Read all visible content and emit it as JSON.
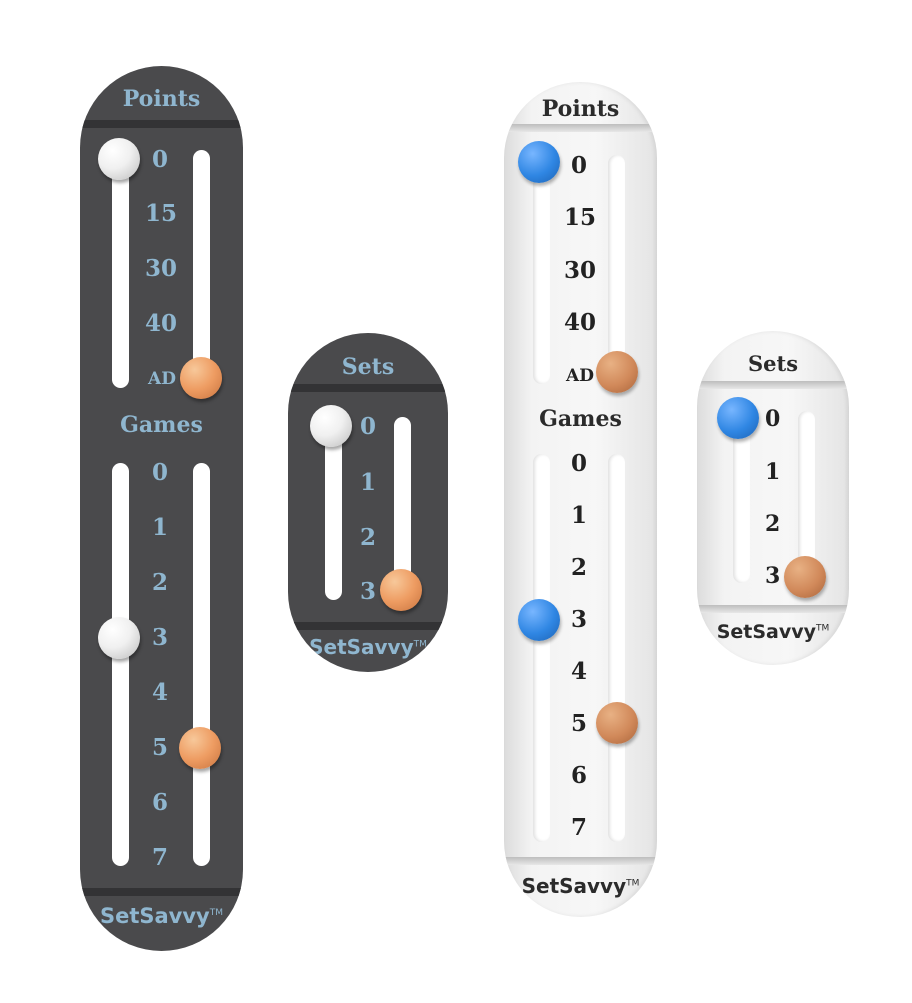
{
  "colors": {
    "dark_body": "#4a4a4c",
    "dark_text": "#8fb6cf",
    "light_body": "#f3f3f3",
    "light_text": "#2b2b2b",
    "peg_white": "#f0f0f0",
    "peg_orange": "#ee9c62",
    "peg_blue": "#2f86e3",
    "peg_brown": "#d1895a"
  },
  "dark_main": {
    "points_label": "Points",
    "points_values": [
      "0",
      "15",
      "30",
      "40",
      "AD"
    ],
    "games_label": "Games",
    "games_values": [
      "0",
      "1",
      "2",
      "3",
      "4",
      "5",
      "6",
      "7"
    ],
    "brand": "SetSavvy",
    "tm": "TM",
    "points_marker_left": "0",
    "points_marker_right": "AD",
    "games_marker_left": "3",
    "games_marker_right": "5"
  },
  "dark_sets": {
    "label": "Sets",
    "values": [
      "0",
      "1",
      "2",
      "3"
    ],
    "brand": "SetSavvy",
    "tm": "TM",
    "marker_left": "0",
    "marker_right": "3"
  },
  "light_main": {
    "points_label": "Points",
    "points_values": [
      "0",
      "15",
      "30",
      "40",
      "AD"
    ],
    "games_label": "Games",
    "games_values": [
      "0",
      "1",
      "2",
      "3",
      "4",
      "5",
      "6",
      "7"
    ],
    "brand": "SetSavvy",
    "tm": "TM",
    "points_marker_left": "0",
    "points_marker_right": "AD",
    "games_marker_left": "3",
    "games_marker_right": "5"
  },
  "light_sets": {
    "label": "Sets",
    "values": [
      "0",
      "1",
      "2",
      "3"
    ],
    "brand": "SetSavvy",
    "tm": "TM",
    "marker_left": "0",
    "marker_right": "3"
  }
}
